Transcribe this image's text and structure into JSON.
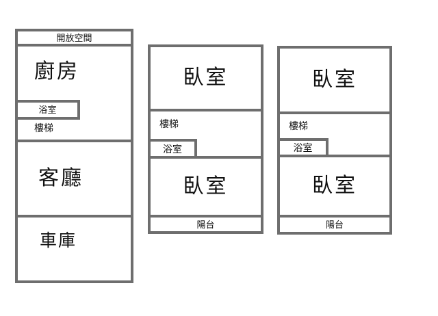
{
  "diagram": {
    "type": "floor-plan",
    "colors": {
      "wall": "#6e6e6e",
      "text": "#111111",
      "bg": "#ffffff"
    }
  },
  "plans": [
    {
      "name": "floor-1",
      "rooms": {
        "open_space": "開放空間",
        "kitchen": "廚房",
        "bathroom": "浴室",
        "stairs": "樓梯",
        "living_room": "客廳",
        "garage": "車庫"
      }
    },
    {
      "name": "floor-2",
      "rooms": {
        "bedroom_top": "臥室",
        "stairs": "樓梯",
        "bathroom": "浴室",
        "bedroom_bottom": "臥室",
        "balcony": "陽台"
      }
    },
    {
      "name": "floor-3",
      "rooms": {
        "bedroom_top": "臥室",
        "stairs": "樓梯",
        "bathroom": "浴室",
        "bedroom_bottom": "臥室",
        "balcony": "陽台"
      }
    }
  ]
}
